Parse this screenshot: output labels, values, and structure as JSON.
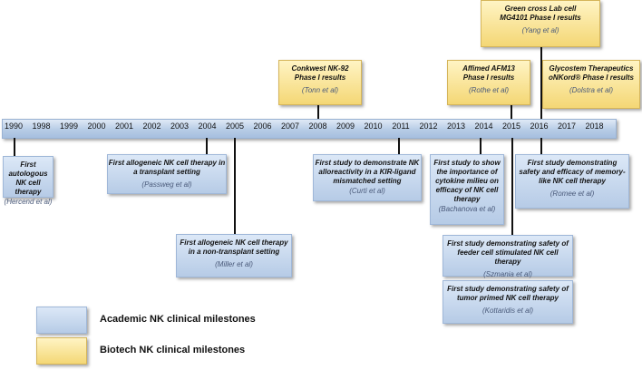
{
  "timeline": {
    "years": [
      "1990",
      "1998",
      "1999",
      "2000",
      "2001",
      "2002",
      "2003",
      "2004",
      "2005",
      "2006",
      "2007",
      "2008",
      "2009",
      "2010",
      "2011",
      "2012",
      "2013",
      "2014",
      "2015",
      "2016",
      "2017",
      "2018"
    ]
  },
  "milestones": {
    "m1": {
      "title": "First autologous NK cell therapy",
      "cite": "(Hercend et al)"
    },
    "m2": {
      "title": "First allogeneic NK cell therapy in a transplant setting",
      "cite": "(Passweg et al)"
    },
    "m3": {
      "title": "First allogeneic NK cell therapy in a non-transplant setting",
      "cite": "(Miller et al)"
    },
    "m4": {
      "title": "First study to demonstrate NK alloreactivity in a KIR-ligand mismatched setting",
      "cite": "(Curti et al)"
    },
    "m5": {
      "title": "First study to show the importance of cytokine milieu on efficacy of NK cell therapy",
      "cite": "(Bachanova et al)"
    },
    "m6": {
      "title": "First study demonstrating safety and efficacy of memory-like NK cell therapy",
      "cite": "(Romee et al)"
    },
    "m7": {
      "title": "First study demonstrating safety of feeder cell stimulated NK cell therapy",
      "cite": "(Szmania et al)"
    },
    "m8": {
      "title": "First study demonstrating safety of tumor primed NK cell therapy",
      "cite": "(Kottaridis et al)"
    },
    "b1": {
      "title": "Conkwest NK-92 Phase I results",
      "cite": "(Tonn et al)"
    },
    "b2": {
      "title": "Affimed AFM13 Phase I results",
      "cite": "(Rothe et al)"
    },
    "b3": {
      "title": "Green cross Lab cell MG4101 Phase I results",
      "cite": "(Yang et al)"
    },
    "b4": {
      "title": "Glycostem Therapeutics oNKord® Phase I results",
      "cite": "(Dolstra et al)"
    }
  },
  "legend": {
    "academic": "Academic NK clinical milestones",
    "biotech": "Biotech NK clinical milestones"
  },
  "colors": {
    "academic": "#b6cbe6",
    "biotech": "#f4d775"
  }
}
